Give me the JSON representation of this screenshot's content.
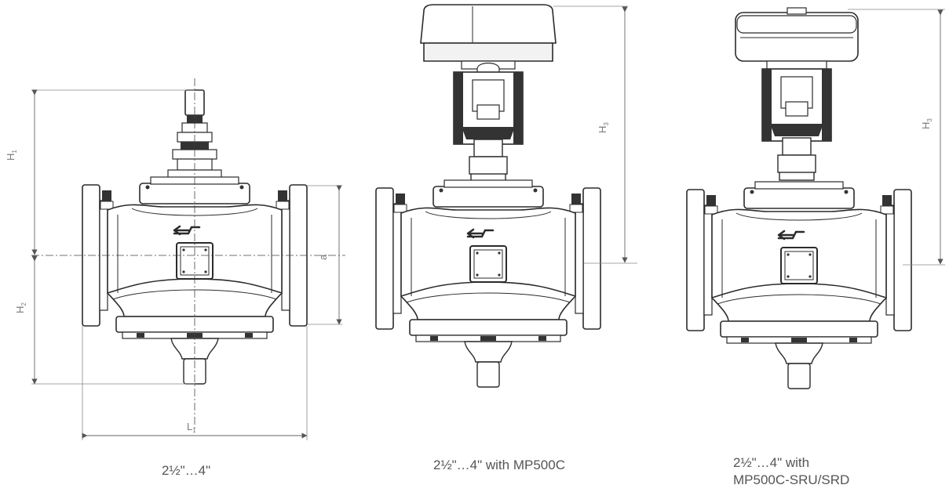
{
  "colors": {
    "line": "#2b2b2b",
    "fill_light": "#f2f2f2",
    "fill_mid": "#d9d9d9",
    "fill_dark": "#333333",
    "dimension": "#888888",
    "caption": "#555555"
  },
  "views": [
    {
      "caption": "2½\"…4\"",
      "dimensions": {
        "h1": "H",
        "h1_sub": "1",
        "h2": "H",
        "h2_sub": "2",
        "a": "a",
        "l1": "L",
        "l1_sub": "1"
      }
    },
    {
      "caption": "2½\"…4\" with MP500C",
      "dimensions": {
        "h3": "H",
        "h3_sub": "3"
      }
    },
    {
      "caption_line1": "2½\"…4\" with",
      "caption_line2": "MP500C-SRU/SRD",
      "dimensions": {
        "h3": "H",
        "h3_sub": "3"
      }
    }
  ],
  "icons": [
    "flow-direction-arrow-icon"
  ]
}
